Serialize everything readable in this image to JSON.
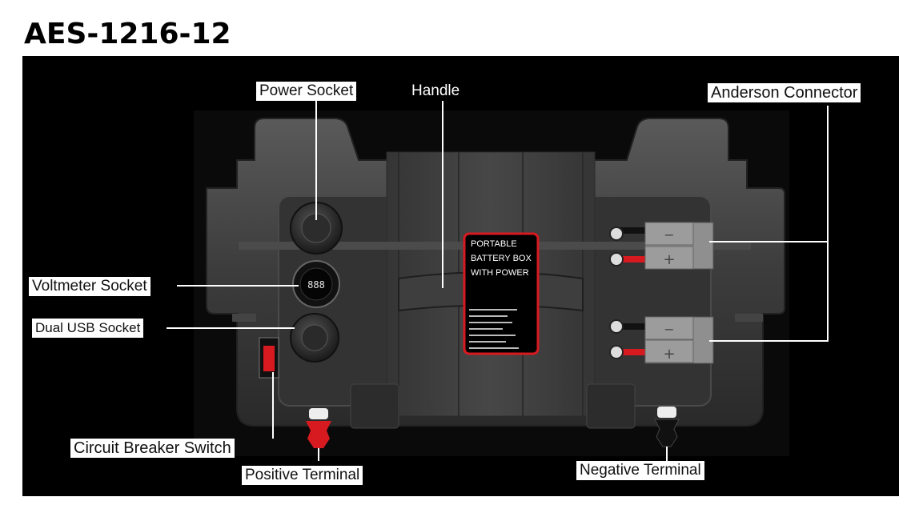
{
  "title": "AES-1216-12",
  "labels": {
    "power_socket": "Power Socket",
    "handle": "Handle",
    "anderson_connector": "Anderson Connector",
    "voltmeter_socket": "Voltmeter Socket",
    "dual_usb_socket": "Dual USB Socket",
    "circuit_breaker_switch": "Circuit Breaker Switch",
    "positive_terminal": "Positive Terminal",
    "negative_terminal": "Negative Terminal"
  },
  "panel": {
    "line1": "PORTABLE",
    "line2": "BATTERY BOX",
    "line3": "WITH POWER"
  },
  "voltmeter_display": "888",
  "connector_signs": {
    "negative": "−",
    "positive": "+"
  },
  "colors": {
    "background": "#000000",
    "case": "#3a3a3a",
    "positive": "#d71920",
    "connector": "#8f8f8f"
  }
}
